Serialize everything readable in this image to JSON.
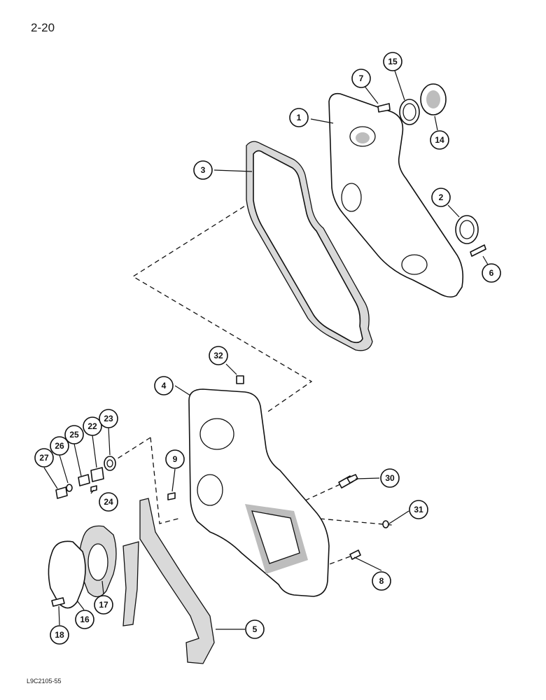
{
  "page": {
    "number": "2-20",
    "figure_code": "L9C2105-55"
  },
  "callouts": [
    {
      "id": "callout-1",
      "label": "1"
    },
    {
      "id": "callout-2",
      "label": "2"
    },
    {
      "id": "callout-3",
      "label": "3"
    },
    {
      "id": "callout-4",
      "label": "4"
    },
    {
      "id": "callout-5",
      "label": "5"
    },
    {
      "id": "callout-6",
      "label": "6"
    },
    {
      "id": "callout-7",
      "label": "7"
    },
    {
      "id": "callout-8",
      "label": "8"
    },
    {
      "id": "callout-9",
      "label": "9"
    },
    {
      "id": "callout-14",
      "label": "14"
    },
    {
      "id": "callout-15",
      "label": "15"
    },
    {
      "id": "callout-16",
      "label": "16"
    },
    {
      "id": "callout-17",
      "label": "17"
    },
    {
      "id": "callout-18",
      "label": "18"
    },
    {
      "id": "callout-22",
      "label": "22"
    },
    {
      "id": "callout-23",
      "label": "23"
    },
    {
      "id": "callout-24",
      "label": "24"
    },
    {
      "id": "callout-25",
      "label": "25"
    },
    {
      "id": "callout-26",
      "label": "26"
    },
    {
      "id": "callout-27",
      "label": "27"
    },
    {
      "id": "callout-30",
      "label": "30"
    },
    {
      "id": "callout-31",
      "label": "31"
    },
    {
      "id": "callout-32",
      "label": "32"
    }
  ]
}
